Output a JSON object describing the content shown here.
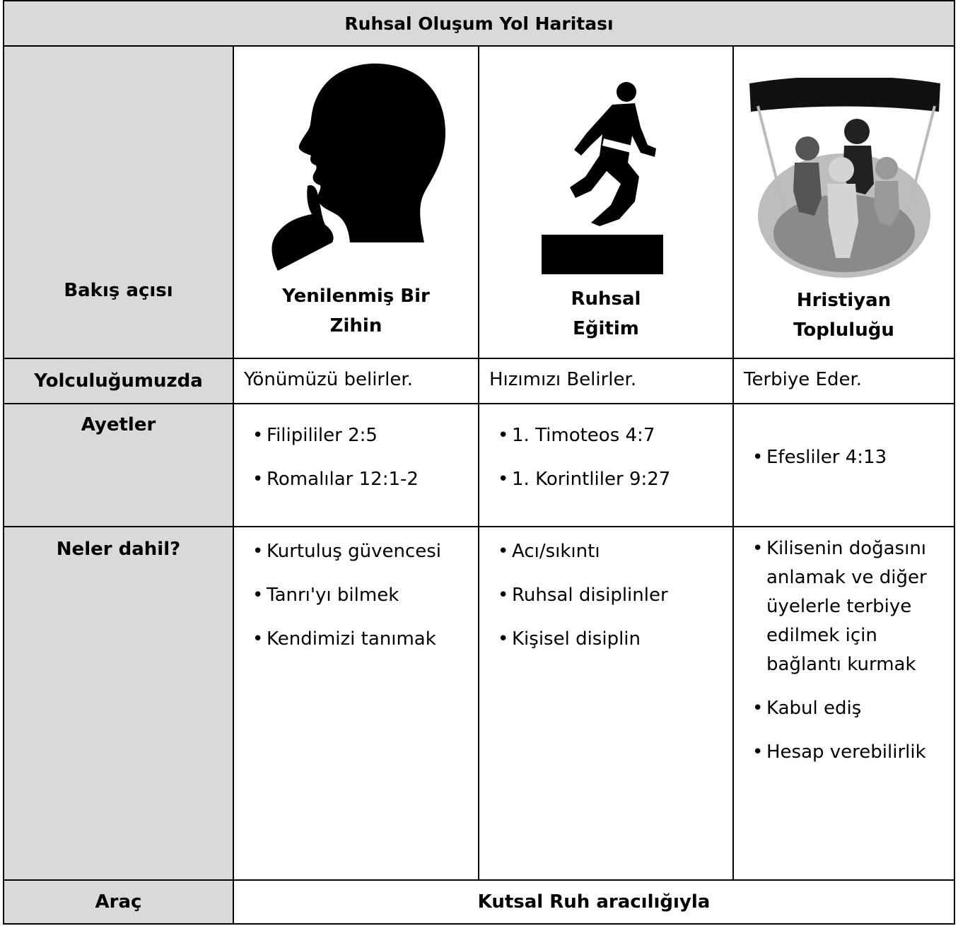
{
  "title": "Ruhsal Oluşum Yol Haritası",
  "rows": {
    "perspective": {
      "header": "Bakış açısı",
      "columns": [
        {
          "label_line1": "Yenilenmiş Bir",
          "label_line2": "Zihin",
          "icon": "thinking-head-icon"
        },
        {
          "label_line1": "Ruhsal",
          "label_line2": "Eğitim",
          "icon": "runner-icon"
        },
        {
          "label_line1": "Hristiyan",
          "label_line2": "Topluluğu",
          "icon": "community-runners-icon"
        }
      ]
    },
    "journey": {
      "header": "Yolculuğumuzda",
      "values": [
        "Yönümüzü belirler.",
        "Hızımızı Belirler.",
        "Terbiye Eder."
      ]
    },
    "verses": {
      "header": "Ayetler",
      "columns": [
        [
          "Filipililer 2:5",
          "Romalılar 12:1-2"
        ],
        [
          "1. Timoteos 4:7",
          "1. Korintliler 9:27"
        ],
        [
          "Efesliler 4:13"
        ]
      ]
    },
    "included": {
      "header": "Neler dahil?",
      "columns": [
        [
          "Kurtuluş güvencesi",
          "Tanrı'yı bilmek",
          "Kendimizi tanımak"
        ],
        [
          "Acı/sıkıntı",
          "Ruhsal disiplinler",
          "Kişisel disiplin"
        ],
        [
          "Kilisenin doğasını anlamak ve diğer üyelerle terbiye edilmek için bağlantı kurmak",
          "Kabul ediş",
          "Hesap verebilirlik"
        ]
      ]
    },
    "means": {
      "header": "Araç",
      "value": "Kutsal Ruh aracılığıyla"
    }
  },
  "colors": {
    "header_gray": "#d9d9d9",
    "border": "#000000"
  }
}
